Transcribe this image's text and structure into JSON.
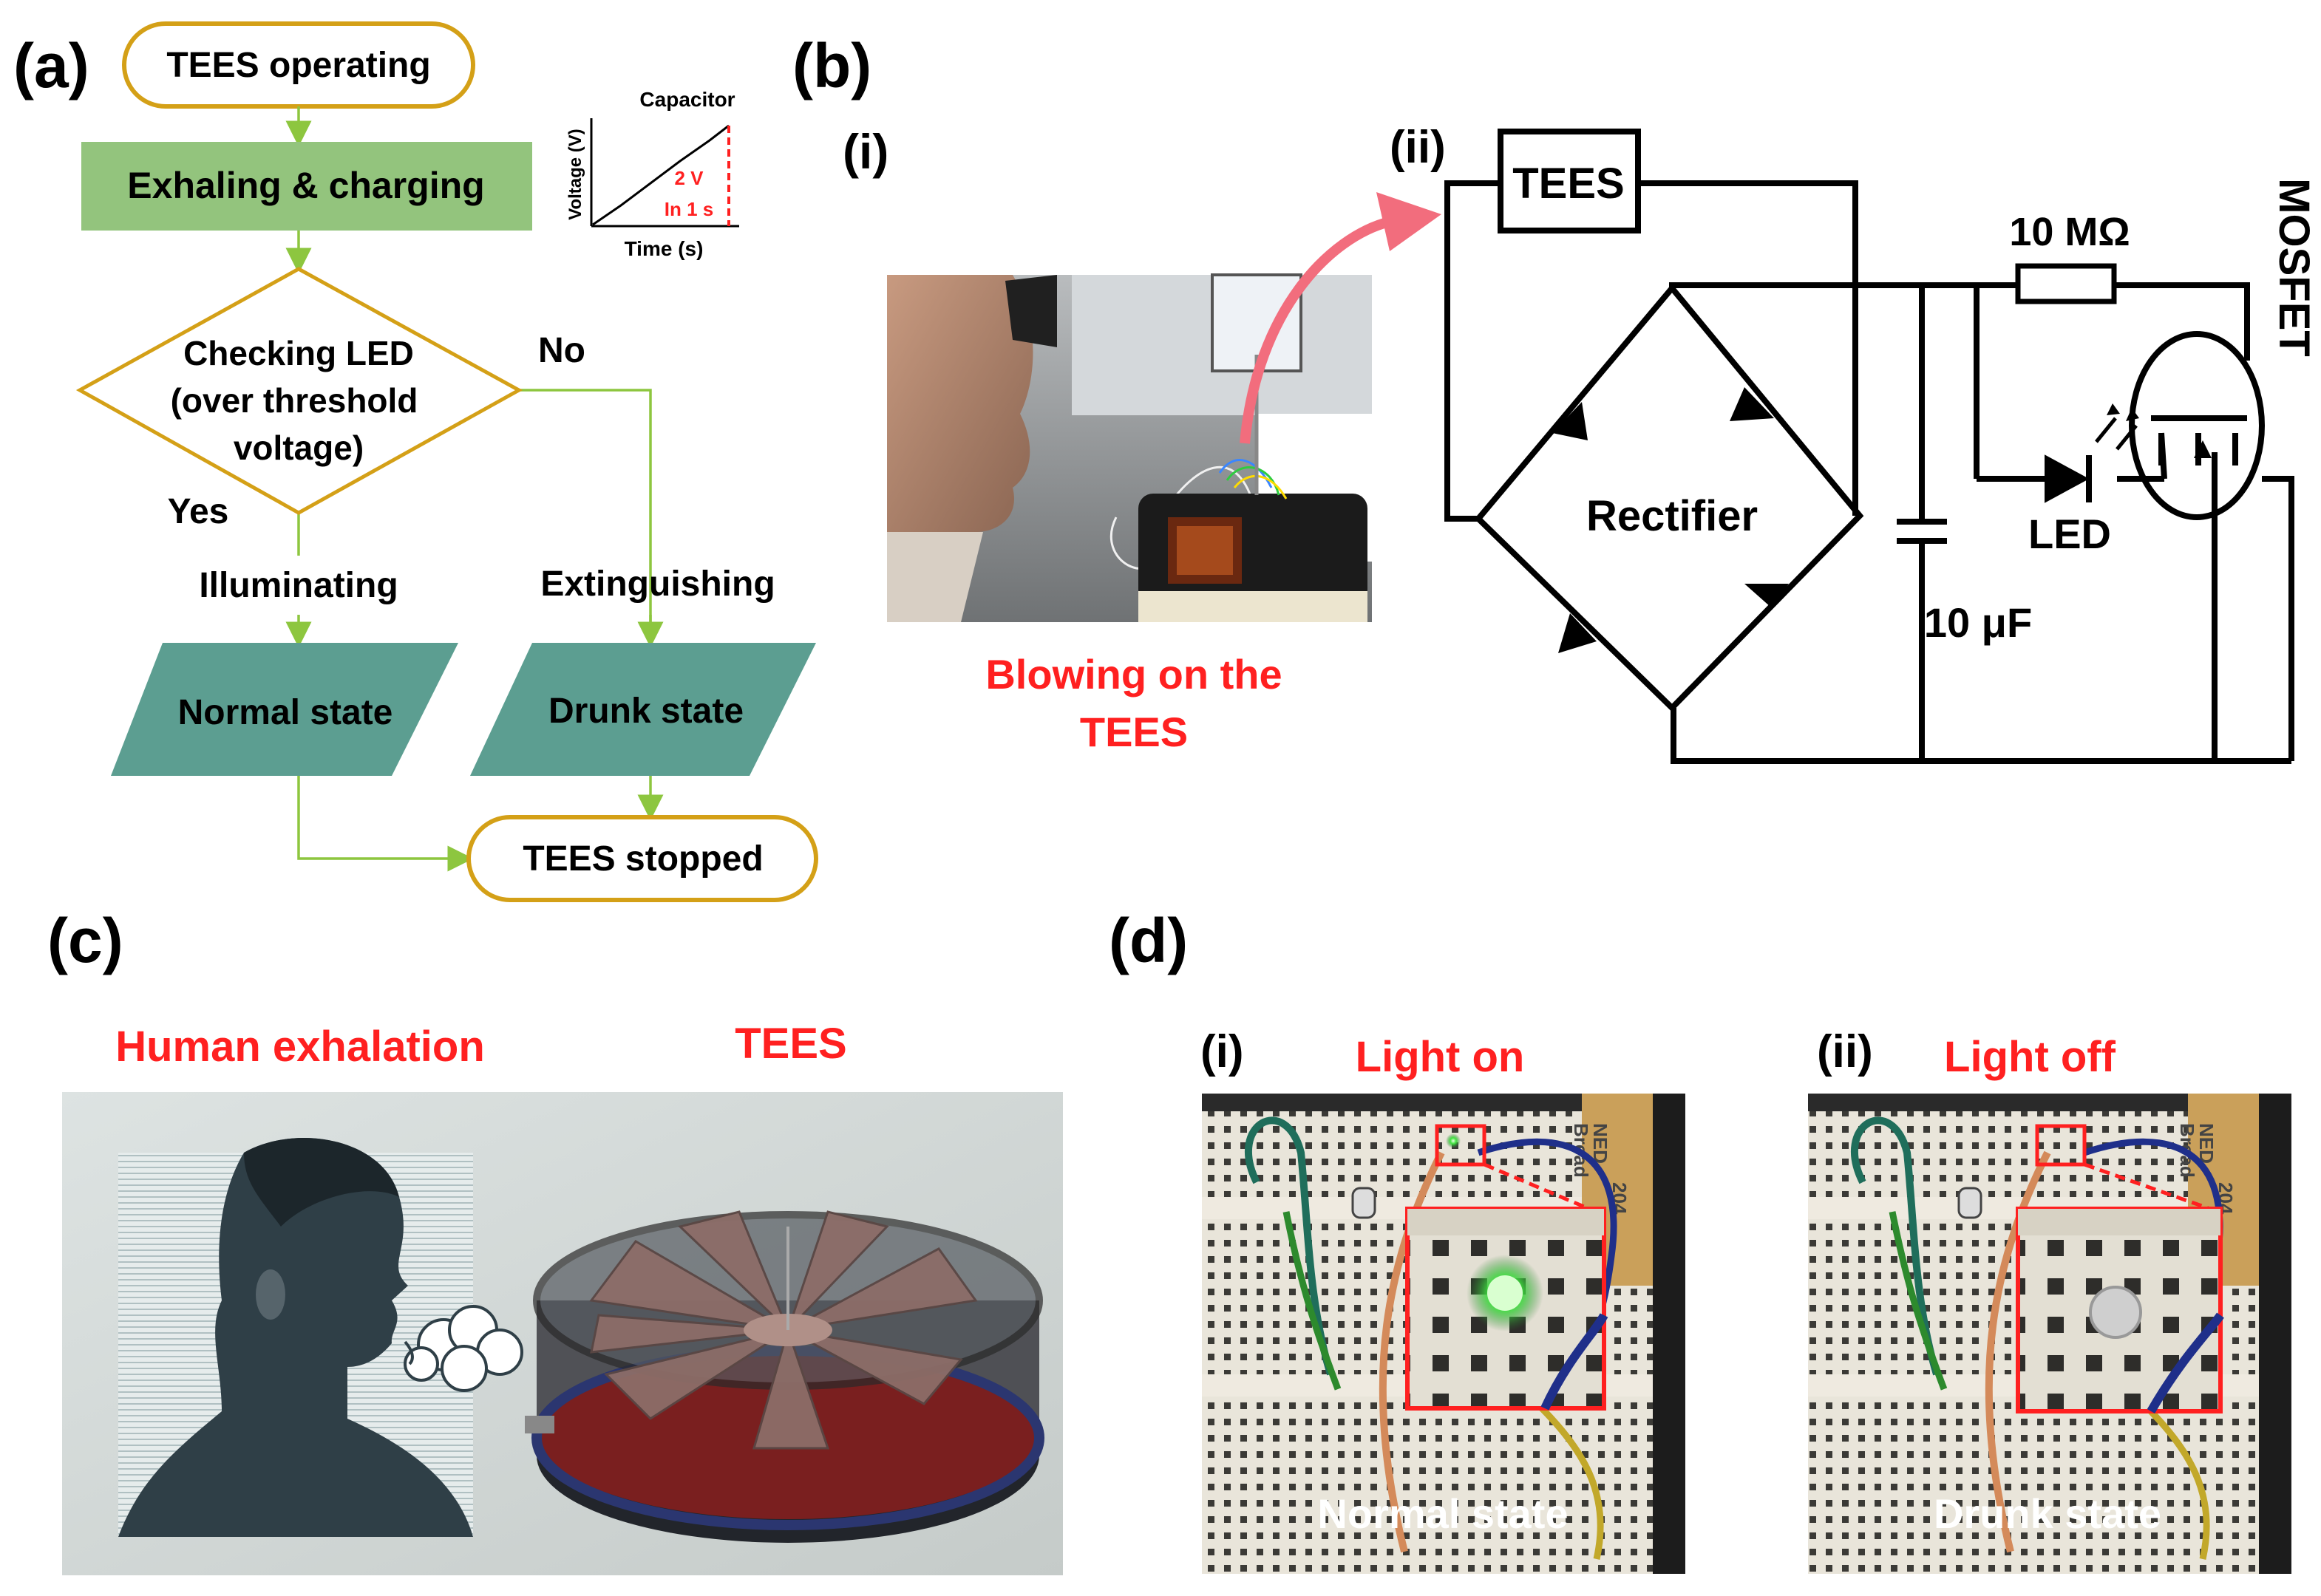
{
  "panels": {
    "a": {
      "label": "(a)",
      "start": "TEES operating",
      "charging": "Exhaling & charging",
      "inset": {
        "title": "Capacitor",
        "ylabel": "Voltage (V)",
        "xlabel": "Time (s)",
        "value": "2 V",
        "time": "In 1 s"
      },
      "decision": [
        "Checking LED",
        "(over threshold",
        "voltage)"
      ],
      "no": "No",
      "yes": "Yes",
      "illuminating": "Illuminating",
      "extinguishing": "Extinguishing",
      "normal": "Normal state",
      "drunk": "Drunk state",
      "stop": "TEES stopped"
    },
    "b": {
      "label": "(b)",
      "sub_i": "(i)",
      "sub_ii": "(ii)",
      "caption": [
        "Blowing on the",
        "TEES"
      ],
      "tees": "TEES",
      "resistor": "10 MΩ",
      "mosfet": "MOSFET",
      "rectifier": "Rectifier",
      "led": "LED",
      "capacitor": "10 μF"
    },
    "c": {
      "label": "(c)",
      "human": "Human exhalation",
      "tees": "TEES"
    },
    "d": {
      "label": "(d)",
      "sub_i": "(i)",
      "sub_ii": "(ii)",
      "on": "Light on",
      "off": "Light off",
      "normal": "Normal state",
      "drunk": "Drunk state",
      "board_text": [
        "NED",
        "Bread",
        "204"
      ]
    }
  },
  "colors": {
    "flow_green": "#8dc63f",
    "process_fill": "#93c47d",
    "parallelogram_fill": "#5c9e91",
    "terminal_border": "#d4a017",
    "red_text": "#ff2020",
    "circuit": "#000000",
    "arrow_pink": "#f26d7d"
  }
}
